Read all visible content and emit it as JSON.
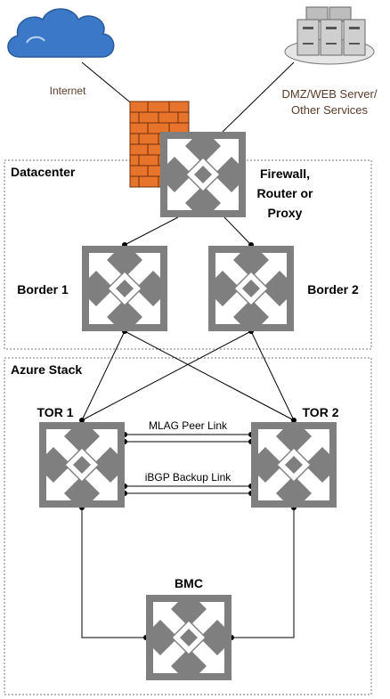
{
  "labels": {
    "internet": "Internet",
    "dmz_line1": "DMZ/WEB Server/",
    "dmz_line2": "Other Services",
    "datacenter": "Datacenter",
    "firewall_line1": "Firewall,",
    "firewall_line2": "Router or",
    "firewall_line3": "Proxy",
    "border1": "Border 1",
    "border2": "Border 2",
    "azure_stack": "Azure Stack",
    "tor1": "TOR 1",
    "tor2": "TOR 2",
    "mlag": "MLAG Peer Link",
    "ibgp": "iBGP Backup Link",
    "bmc": "BMC"
  },
  "icons": {
    "cloud": "cloud-icon",
    "servers": "server-rack-icon",
    "firewall": "brick-wall-icon",
    "switch": "network-switch-icon"
  },
  "colors": {
    "switch_body": "#7f7f7f",
    "cloud_fill": "#3c78c8",
    "brick": "#e8732a",
    "dmz_text": "#5a3a2a",
    "internet_text": "#5a3a2a",
    "lines": "#000000",
    "box_border": "#777777"
  }
}
